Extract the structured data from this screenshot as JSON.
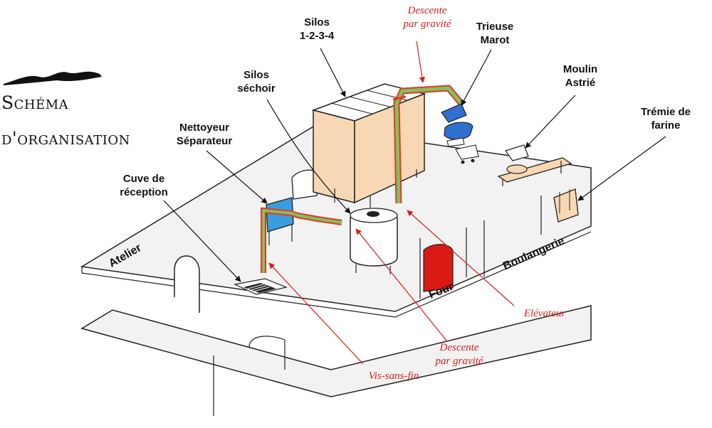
{
  "title": {
    "line1": "Schéma",
    "line2": "d'organisation"
  },
  "labels": {
    "silos_1234": [
      "Silos",
      "1-2-3-4"
    ],
    "silos_sechoir": [
      "Silos",
      "séchoir"
    ],
    "nettoyeur": [
      "Nettoyeur",
      "Séparateur"
    ],
    "cuve": [
      "Cuve de",
      "réception"
    ],
    "trieuse": [
      "Trieuse",
      "Marot"
    ],
    "moulin": [
      "Moulin",
      "Astrié"
    ],
    "tremie": [
      "Trémie de",
      "farine"
    ]
  },
  "red_labels": {
    "descente_top": [
      "Descente",
      "par gravité"
    ],
    "descente_bottom": [
      "Descente",
      "par gravité"
    ],
    "elevateur": "Elévateur",
    "vis": "Vis-sans-fin"
  },
  "rooms": {
    "atelier": "Atelier",
    "four": "Four",
    "boulangerie": "Boulangerie"
  },
  "colors": {
    "silo": "#f8d8b4",
    "pipe": "#7dc35a",
    "pipe_edge": "#e8352a",
    "blue": "#2f6fd0",
    "oven": "#d91a15",
    "accent_red": "#d6201b"
  }
}
